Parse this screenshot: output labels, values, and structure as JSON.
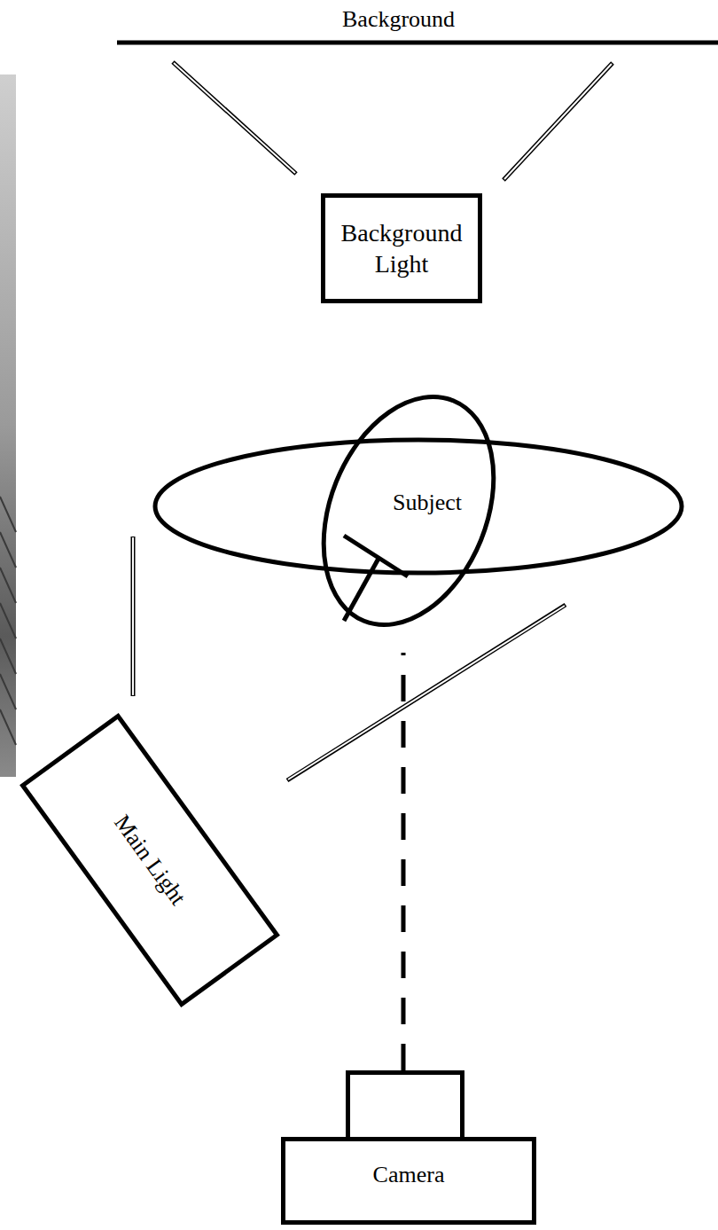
{
  "diagram": {
    "nodes": [
      {
        "text": [
          "Background Light"
        ]
      },
      {
        "text": [
          "Subject"
        ]
      },
      {
        "text": [
          "Main Light"
        ]
      },
      {
        "text": [
          "Camera"
        ]
      }
    ],
    "edges": [
      {
        "from": 3,
        "to": 1,
        "arrow": "none"
      }
    ],
    "labels": [
      "Background"
    ]
  }
}
